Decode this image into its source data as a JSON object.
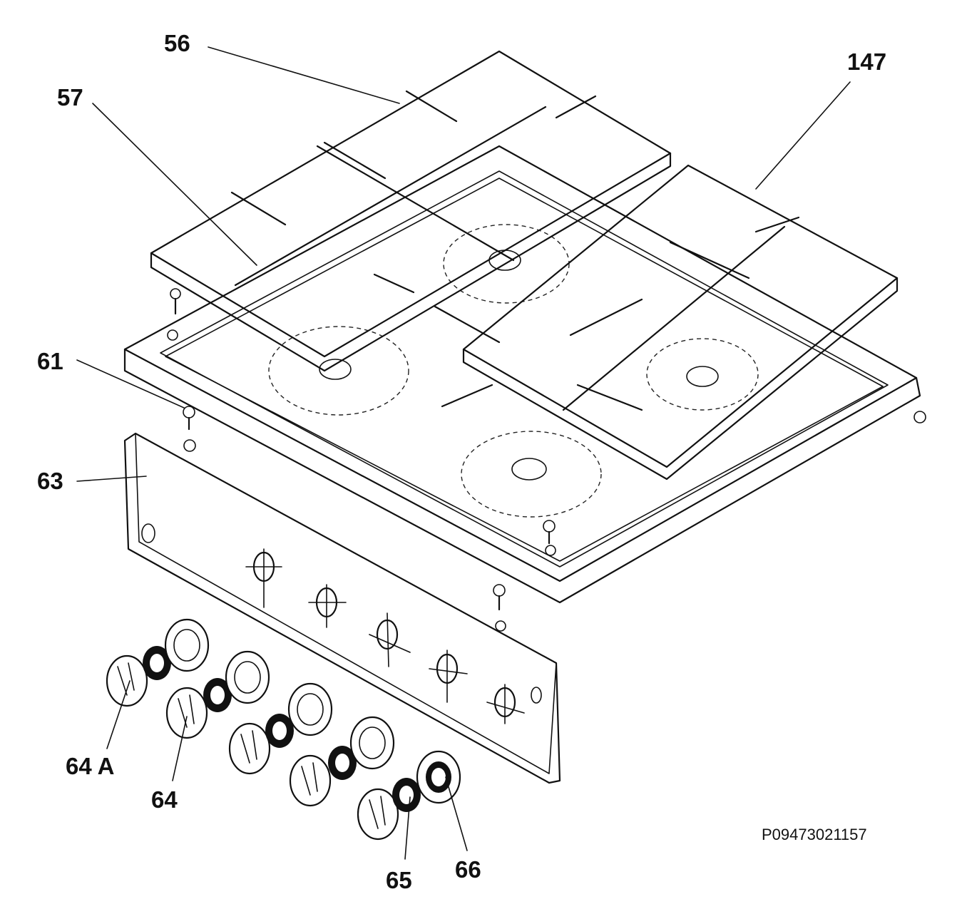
{
  "diagram": {
    "part_labels": {
      "p56": "56",
      "p57": "57",
      "p147": "147",
      "p61": "61",
      "p63": "63",
      "p64a": "64 A",
      "p64": "64",
      "p65": "65",
      "p66": "66"
    },
    "drawing_code": "P09473021157"
  },
  "colors": {
    "ink": "#111111",
    "paper": "#ffffff"
  }
}
